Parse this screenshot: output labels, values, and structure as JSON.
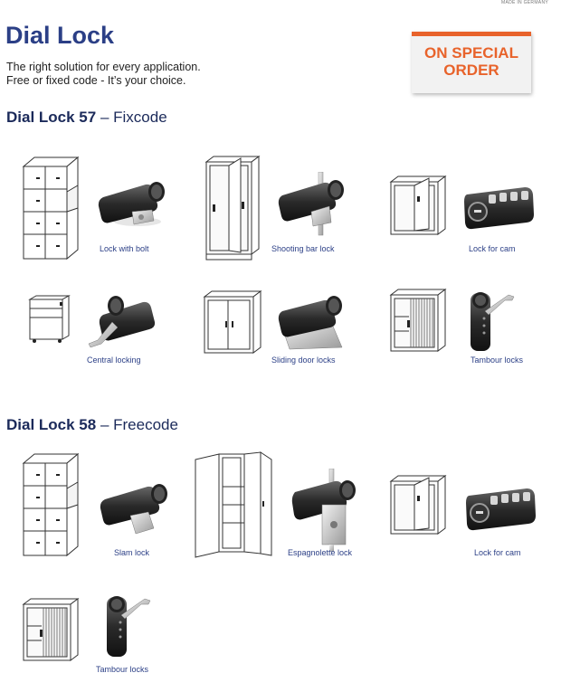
{
  "header": {
    "made_in": "MADE IN GERMANY",
    "title": "Dial Lock",
    "subtitle_line1": "The right solution for every application.",
    "subtitle_line2": "Free or fixed code - It’s your choice.",
    "badge_line1": "ON SPECIAL",
    "badge_line2": "ORDER"
  },
  "colors": {
    "brand_blue": "#2b3f86",
    "accent_orange": "#e8632b"
  },
  "section_57": {
    "model": "Dial Lock 57",
    "variant": "– Fixcode",
    "items": [
      {
        "label": "Lock with bolt",
        "icon": "locker-cabinet-icon"
      },
      {
        "label": "Shooting bar lock",
        "icon": "wardrobe-cabinet-icon"
      },
      {
        "label": "Lock for cam",
        "icon": "low-cabinet-icon"
      },
      {
        "label": "Central locking",
        "icon": "drawer-pedestal-icon"
      },
      {
        "label": "Sliding door locks",
        "icon": "sliding-door-cabinet-icon"
      },
      {
        "label": "Tambour locks",
        "icon": "tambour-cabinet-icon"
      }
    ]
  },
  "section_58": {
    "model": "Dial Lock 58",
    "variant": "– Freecode",
    "items": [
      {
        "label": "Slam lock",
        "icon": "locker-cabinet-icon"
      },
      {
        "label": "Espagnolette lock",
        "icon": "open-wardrobe-icon"
      },
      {
        "label": "Lock for cam",
        "icon": "low-cabinet-icon"
      },
      {
        "label": "Tambour locks",
        "icon": "tambour-cabinet-icon"
      }
    ]
  }
}
